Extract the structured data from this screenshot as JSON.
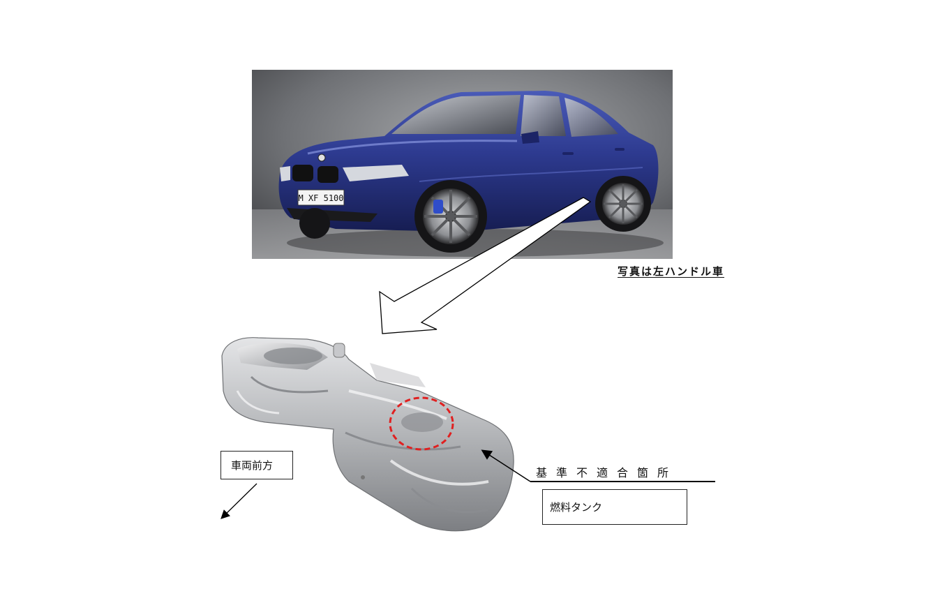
{
  "photo": {
    "caption": "写真は左ハンドル車",
    "plate_text": "M XF 5100",
    "car_color": "#2d3a8f"
  },
  "diagram": {
    "direction_label": "車両前方",
    "defect_location_label": "基準不適合箇所",
    "part_label": "燃料タンク",
    "highlight_color": "#e02020"
  }
}
